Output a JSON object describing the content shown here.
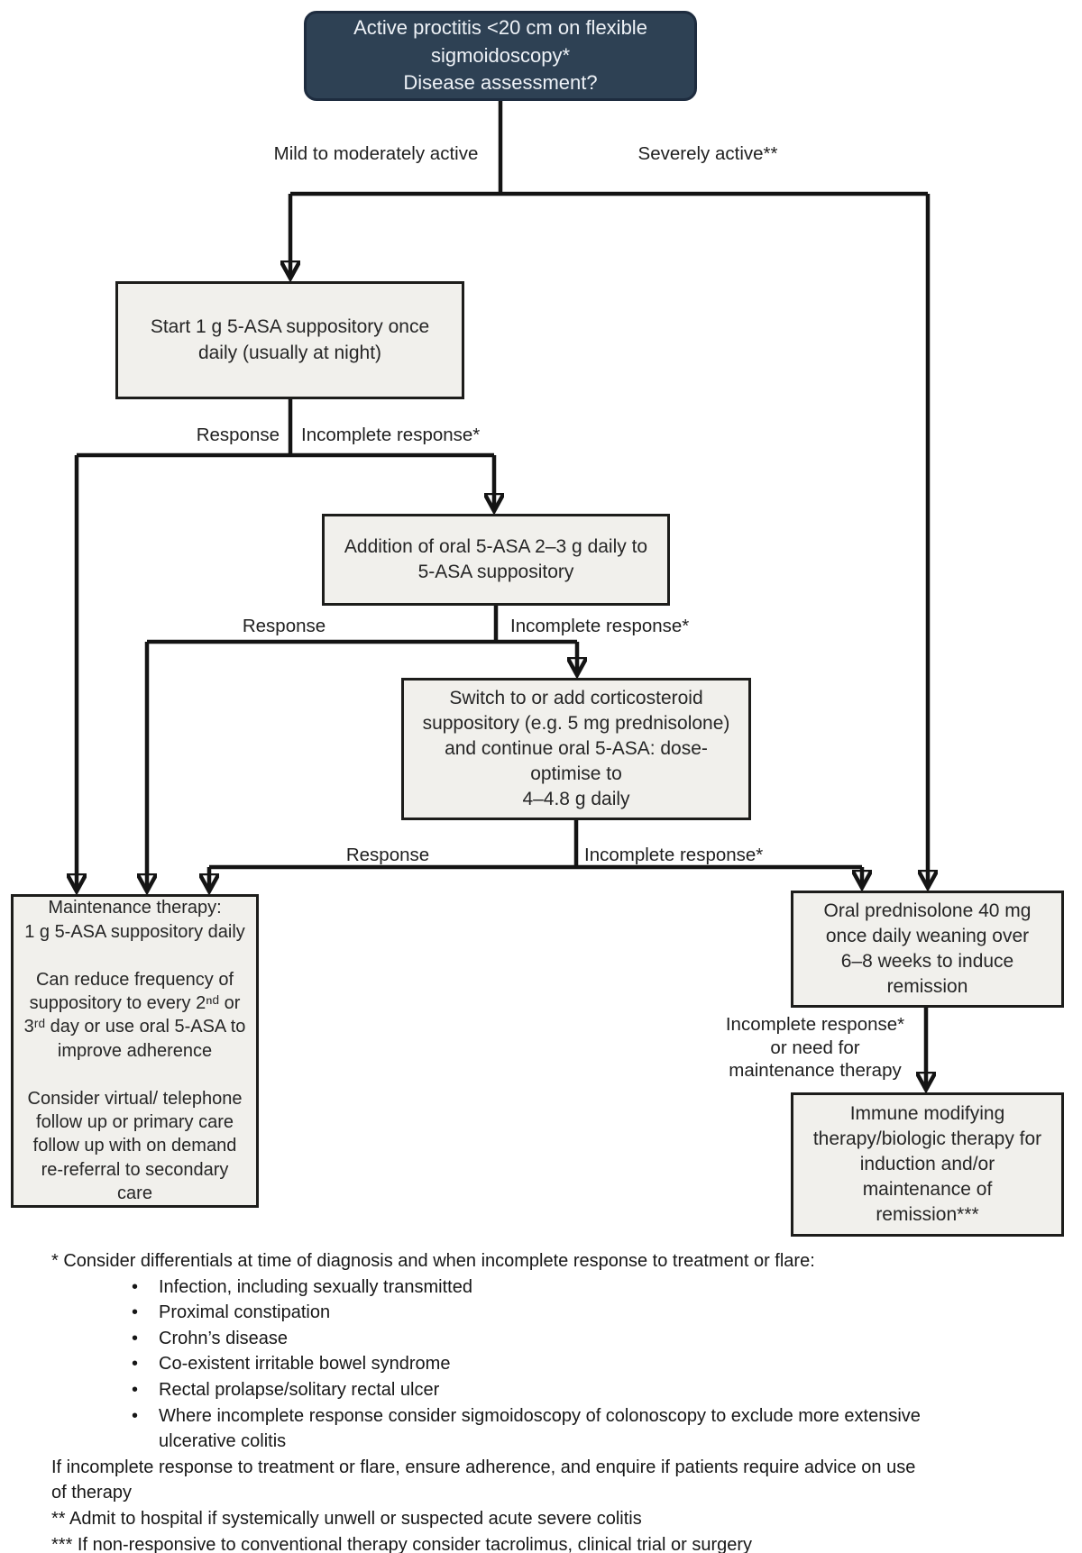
{
  "colors": {
    "header_box_bg": "#2e4154",
    "process_box_bg": "#f1f0ec",
    "line": "#141414"
  },
  "nodes": {
    "assessment": "Active proctitis <20 cm on flexible\nsigmoidoscopy*\nDisease assessment?",
    "start_suppository": "Start 1 g 5-ASA suppository once\ndaily (usually at night)",
    "add_oral": "Addition of oral 5-ASA 2–3 g daily to\n5-ASA suppository",
    "switch_corticosteroid": "Switch to or add corticosteroid\nsuppository (e.g. 5 mg prednisolone)\nand continue oral 5-ASA: dose-\noptimise to\n4–4.8 g daily",
    "maintenance": "Maintenance therapy:\n1 g 5-ASA suppository daily\n\nCan reduce frequency of\nsuppository to every 2ⁿᵈ or\n3ʳᵈ day or use oral 5-ASA to\nimprove adherence\n\nConsider virtual/ telephone\nfollow up or primary care\nfollow up with on demand\nre-referral to secondary\ncare",
    "prednisolone": "Oral prednisolone 40 mg\nonce daily weaning over\n6–8 weeks to induce\nremission",
    "immune": "Immune modifying\ntherapy/biologic therapy for\ninduction and/or\nmaintenance of\nremission***"
  },
  "edge_labels": {
    "mild": "Mild to moderately active",
    "severe": "Severely active**",
    "response_1": "Response",
    "incomplete_1": "Incomplete response*",
    "response_2": "Response",
    "incomplete_2": "Incomplete response*",
    "response_3": "Response",
    "incomplete_3": "Incomplete response*",
    "incomplete_maintenance": "Incomplete response*\nor need for\nmaintenance therapy"
  },
  "footnotes": {
    "star_intro": "* Consider differentials at time of diagnosis and when incomplete response to treatment or flare:",
    "bullets": [
      "Infection, including sexually transmitted",
      "Proximal constipation",
      "Crohn’s disease",
      "Co-existent irritable bowel syndrome",
      "Rectal prolapse/solitary rectal ulcer",
      "Where incomplete response consider sigmoidoscopy of colonoscopy to exclude more extensive\nulcerative colitis"
    ],
    "adherence_note": "If incomplete response to treatment or flare, ensure adherence, and enquire if patients require advice on use\nof therapy",
    "double_star": "** Admit to hospital if systemically unwell or suspected acute severe colitis",
    "triple_star": "*** If non-responsive to conventional therapy consider tacrolimus, clinical trial or surgery"
  }
}
